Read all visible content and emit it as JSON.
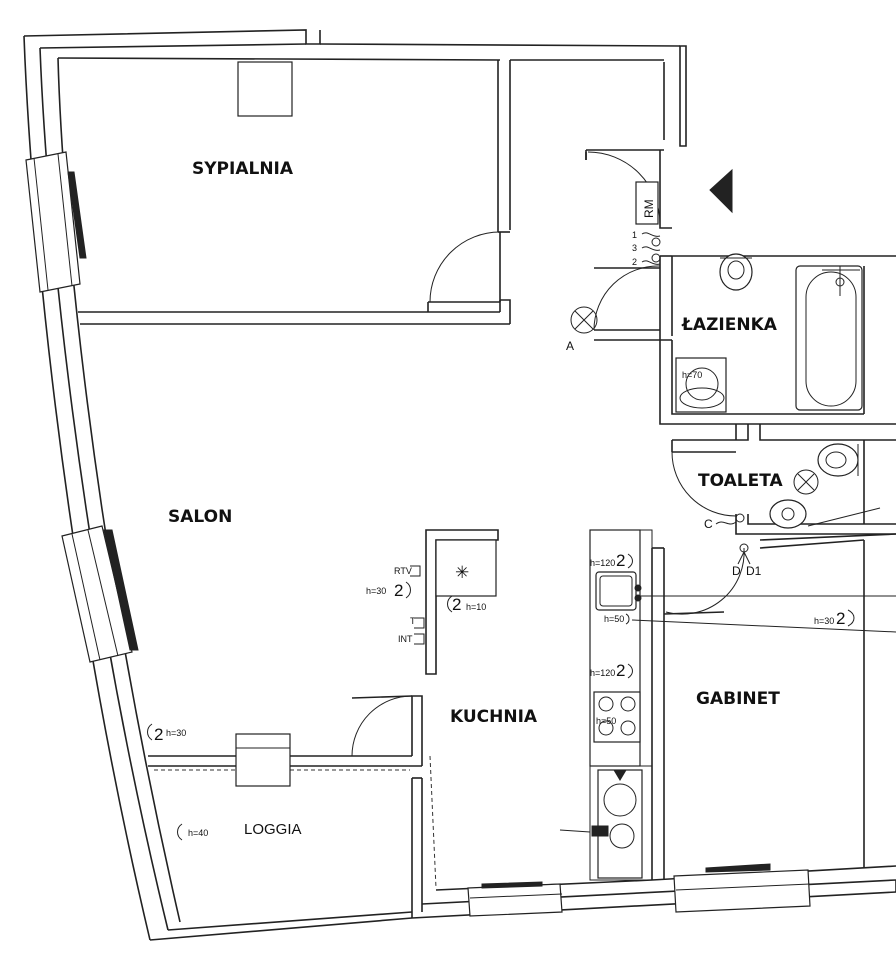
{
  "rooms": {
    "sypialnia": "SYPIALNIA",
    "lazienka": "ŁAZIENKA",
    "toaleta": "TOALETA",
    "salon": "SALON",
    "kuchnia": "KUCHNIA",
    "gabinet": "GABINET",
    "loggia": "LOGGIA"
  },
  "fixtures": {
    "rm": "RM",
    "riser_a": "A",
    "riser_c": "C",
    "riser_d": "D",
    "riser_d1": "D1"
  },
  "switch_labels": {
    "n1": "1",
    "n3": "3",
    "n2": "2"
  },
  "outlets": {
    "salon_h30_height": "h=30",
    "salon_h30_count": "2",
    "salon_h10_count": "2",
    "salon_h10_height": "h=10",
    "rtv": "RTV",
    "t": "T",
    "int": "INT",
    "salon_wall_count": "2",
    "salon_wall_height": "h=30",
    "loggia_height": "h=40",
    "kitchen_h120a_height": "h=120",
    "kitchen_h120a_count": "2",
    "kitchen_h50_height": "h=50",
    "kitchen_h120b_height": "h=120",
    "kitchen_h120b_count": "2",
    "kitchen_h50b_height": "h=50",
    "gabinet_height": "h=30",
    "gabinet_count": "2",
    "lazienka_height": "h=70"
  }
}
